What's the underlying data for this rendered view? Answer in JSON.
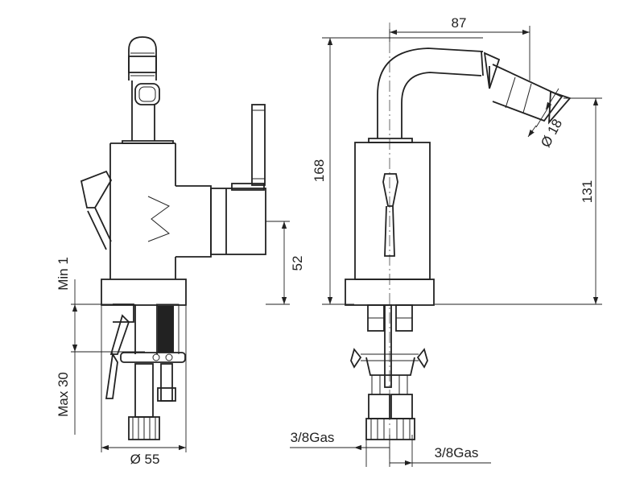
{
  "dimensions": {
    "width_top": "87",
    "spout_dia": "Ø 18",
    "height_total": "168",
    "height_spout": "131",
    "lever_height": "52",
    "min_thickness": "Min 1",
    "max_thickness": "Max 30",
    "base_dia": "Ø 55",
    "inlet_left": "3/8Gas",
    "inlet_right": "3/8Gas"
  }
}
